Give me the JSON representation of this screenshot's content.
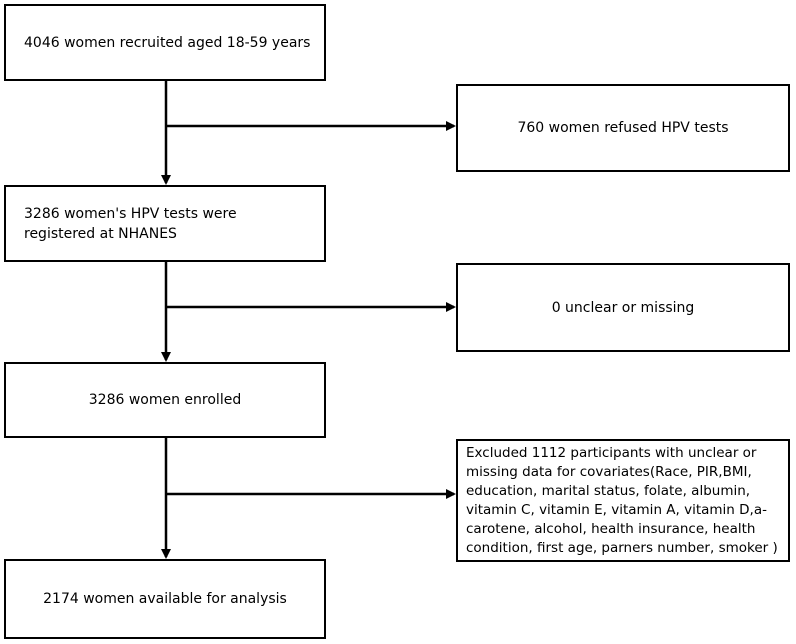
{
  "flow": {
    "step1": "4046 women recruited aged 18-59 years",
    "exclusion1": "760 women refused HPV tests",
    "step2": "3286 women's HPV tests were registered at NHANES",
    "exclusion2": "0 unclear or missing",
    "step3": "3286 women enrolled",
    "exclusion3": "Excluded 1112 participants with unclear or missing data for covariates(Race, PIR,BMI, education, marital status, folate, albumin, vitamin C, vitamin E, vitamin A, vitamin D,a-carotene, alcohol, health insurance, health condition, first age, parners number, smoker )",
    "step4": "2174 women available for analysis"
  }
}
